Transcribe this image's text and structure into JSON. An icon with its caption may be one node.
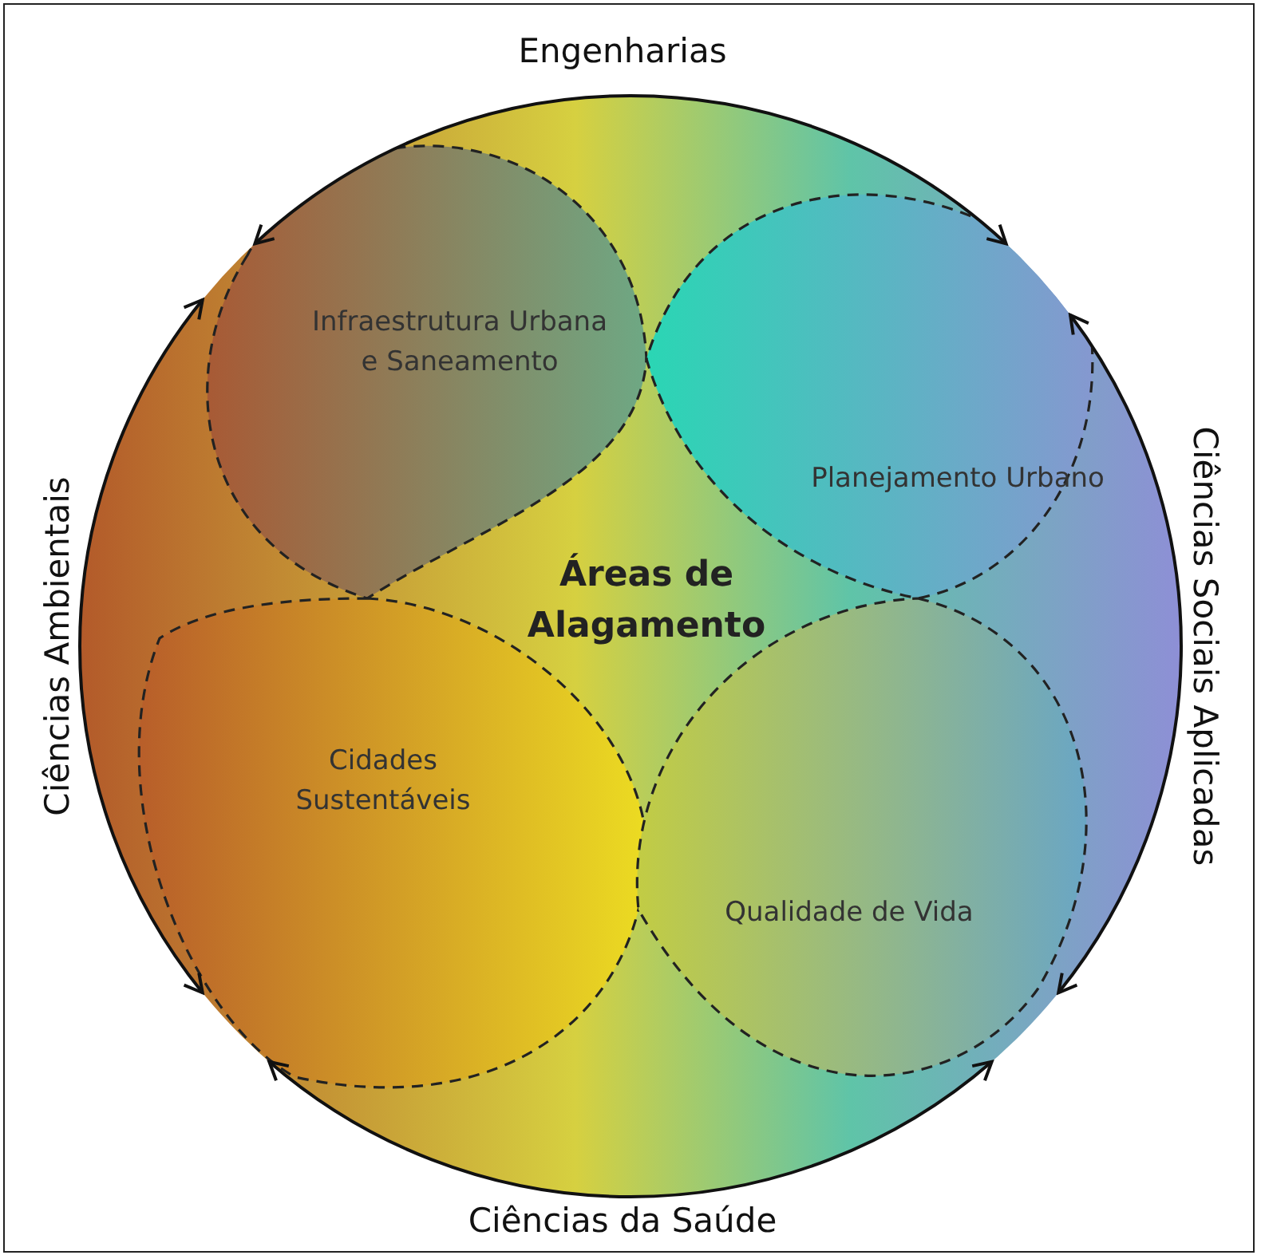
{
  "diagram": {
    "nodes": [
      {
        "text": [
          "Áreas de Alagamento"
        ]
      },
      {
        "text": [
          "Infraestrutura Urbana e Saneamento"
        ],
        "in": 0
      },
      {
        "text": [
          "Planejamento Urbano"
        ],
        "in": 0
      },
      {
        "text": [
          "Cidades Sustentáveis"
        ],
        "in": 0
      },
      {
        "text": [
          "Qualidade de Vida"
        ],
        "in": 0
      }
    ],
    "labels": [
      "Engenharias",
      "Ciências Ambientais",
      "Ciências Sociais Aplicadas",
      "Ciências da Saúde"
    ]
  }
}
